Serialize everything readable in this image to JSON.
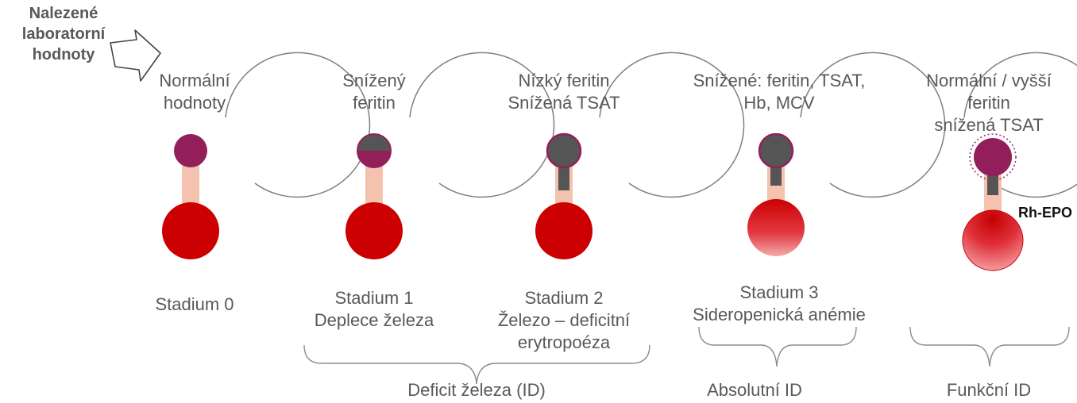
{
  "corner_label": "Nalezené\nlaboratorní\nhodnoty",
  "colors": {
    "outline": "#7f7f7f",
    "iron_store": "#931f5a",
    "depleted": "#555555",
    "stem": "#f4c2ae",
    "rbc": "#cc0000",
    "rbc_light": "#f5a6a6",
    "epo_ring": "#a52f6e"
  },
  "stages": [
    {
      "id": "s0",
      "lab": "Normální\nhodnoty",
      "name": "Stadium 0"
    },
    {
      "id": "s1",
      "lab": "Snížený\nferitin",
      "name": "Stadium 1\nDeplece železa"
    },
    {
      "id": "s2",
      "lab": "Nízký feritin\nSnížená TSAT",
      "name": "Stadium 2\nŽelezo – deficitní\nerytropoéza"
    },
    {
      "id": "s3",
      "lab": "Snížené: feritin, TSAT,\nHb, MCV",
      "name": "Stadium 3\nSideropenická anémie"
    },
    {
      "id": "s4",
      "lab": "Normální / vyšší\nferitin\nsnížená TSAT",
      "name": ""
    }
  ],
  "epo_label": "Rh-EPO",
  "groups": {
    "deficit": "Deficit železa (ID)",
    "absolute": "Absolutní ID",
    "functional": "Funkční ID"
  }
}
